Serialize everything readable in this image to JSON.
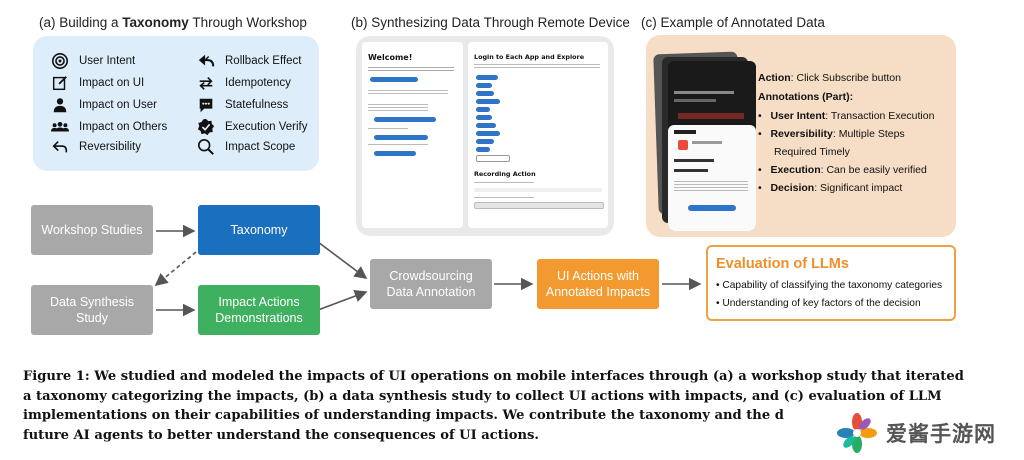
{
  "panel_a": {
    "title_pre": "(a) Building a ",
    "title_bold": "Taxonomy",
    "title_post": " Through Workshop",
    "items_left": [
      {
        "label": "User Intent",
        "icon": "target-icon"
      },
      {
        "label": "Impact on UI",
        "icon": "edit-square-icon"
      },
      {
        "label": "Impact on User",
        "icon": "person-icon"
      },
      {
        "label": "Impact on Others",
        "icon": "group-icon"
      },
      {
        "label": "Reversibility",
        "icon": "undo-arrow-icon"
      }
    ],
    "items_right": [
      {
        "label": "Rollback Effect",
        "icon": "double-back-arrow-icon"
      },
      {
        "label": "Idempotency",
        "icon": "repeat-icon"
      },
      {
        "label": "Statefulness",
        "icon": "speech-bubble-icon"
      },
      {
        "label": "Execution Verify",
        "icon": "verified-badge-icon"
      },
      {
        "label": "Impact Scope",
        "icon": "magnifier-icon"
      }
    ]
  },
  "panel_b": {
    "title": "(b) Synthesizing Data Through Remote Device",
    "left_screen_heading": "Welcome!",
    "right_screen_heading": "Login to Each App and Explore",
    "recording_heading": "Recording Action"
  },
  "panel_c": {
    "title": "(c) Example of Annotated Data",
    "action_label": "Action",
    "action_value": ": Click Subscribe button",
    "annotations_heading": "Annotations (Part):",
    "bullets": [
      {
        "key": "User Intent",
        "value": ": Transaction Execution"
      },
      {
        "key": "Reversibility",
        "value": ": Multiple Steps"
      },
      {
        "key": "",
        "value": "Required Timely"
      },
      {
        "key": "Execution",
        "value": ": Can be easily verified"
      },
      {
        "key": "Decision",
        "value": ": Significant impact"
      }
    ]
  },
  "flow": {
    "workshop": "Workshop Studies",
    "taxonomy": "Taxonomy",
    "synthesis_line1": "Data Synthesis",
    "synthesis_line2": "Study",
    "demos_line1": "Impact Actions",
    "demos_line2": "Demonstrations",
    "crowd_line1": "Crowdsourcing",
    "crowd_line2": "Data Annotation",
    "ui_actions_line1": "UI Actions with",
    "ui_actions_line2": "Annotated Impacts",
    "eval_title": "Evaluation of LLMs",
    "eval_item1": "Capability of classifying the taxonomy categories",
    "eval_item2": "Understanding of key factors of the decision"
  },
  "caption": {
    "lines": [
      "Figure 1: We studied and modeled the impacts of UI operations on mobile interfaces through (a) a workshop study that iterated",
      "a taxonomy categorizing the impacts, (b) a data synthesis study to collect UI actions with impacts, and (c) evaluation of LLM",
      "implementations on their capabilities of understanding impacts. We contribute the taxonomy and the d",
      "future AI agents to better understand the consequences of UI actions."
    ]
  },
  "watermark": {
    "text": "爱酱手游网"
  },
  "colors": {
    "panel_a_bg": "#ddeefa",
    "panel_b_bg": "#e9e9e9",
    "panel_c_bg": "#f6ddc5",
    "gray_box": "#a8a8a8",
    "blue_box": "#1a6fbf",
    "green_box": "#3eb05f",
    "orange_box": "#f29a2f",
    "eval_accent": "#ef8f2a"
  }
}
